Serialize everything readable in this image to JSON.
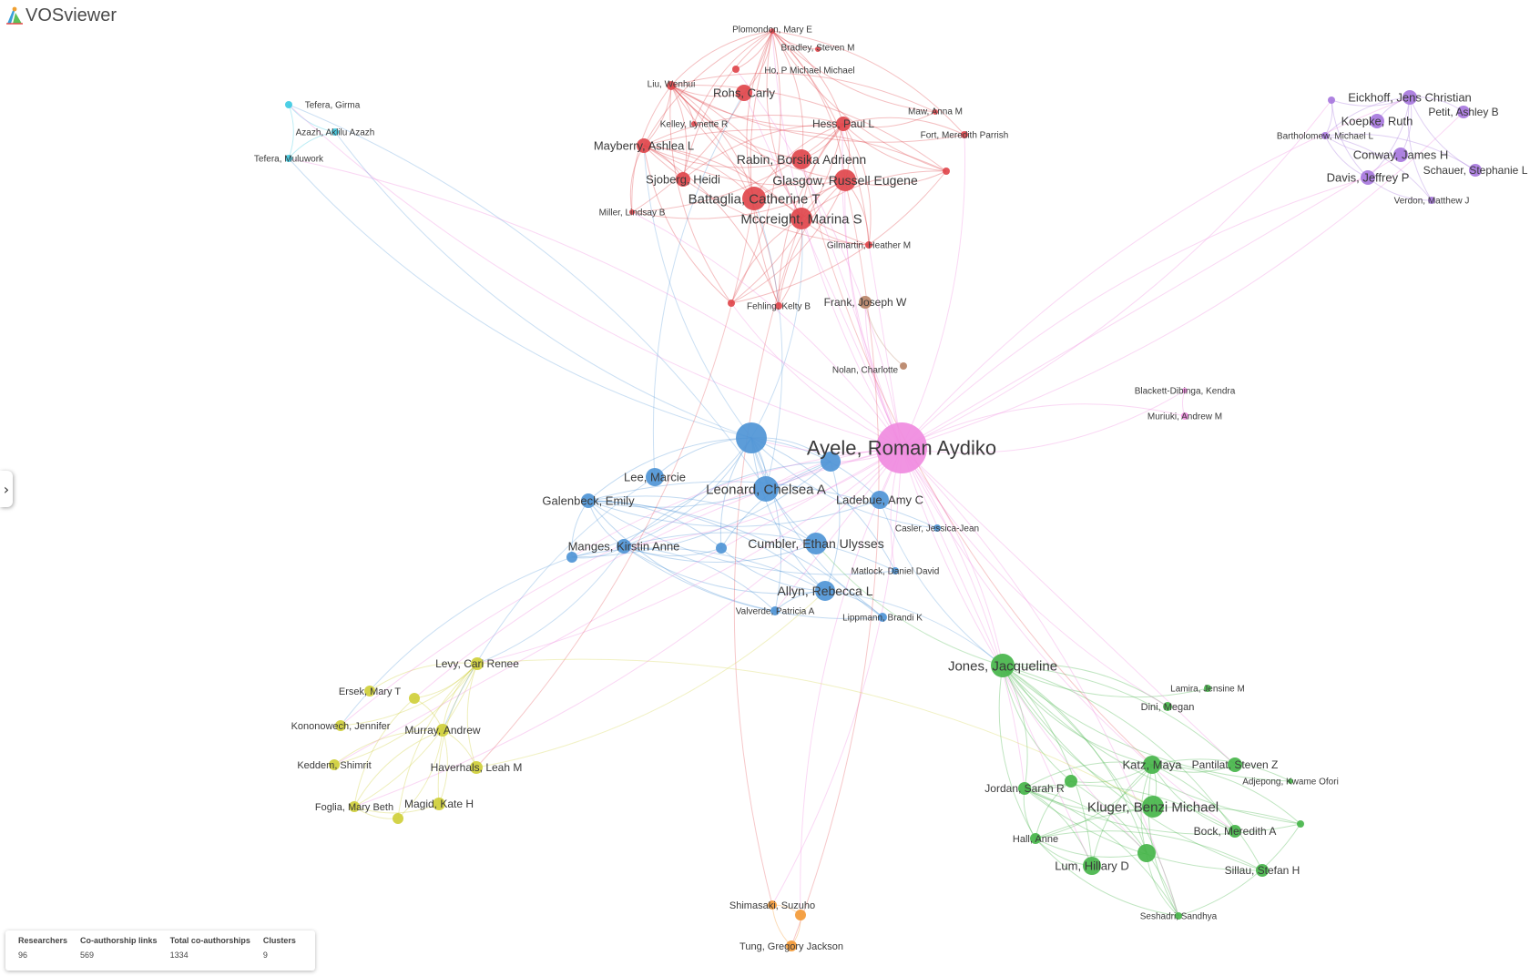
{
  "app": {
    "logo_text": "VOSviewer",
    "toggle_icon": "chevron-right-icon"
  },
  "stats": [
    {
      "label": "Researchers",
      "value": "96"
    },
    {
      "label": "Co-authorship links",
      "value": "569"
    },
    {
      "label": "Total co-authorships",
      "value": "1334"
    },
    {
      "label": "Clusters",
      "value": "9"
    }
  ],
  "colors": {
    "red": "#e0474c",
    "blue": "#4f95d6",
    "green": "#47b54a",
    "yellow": "#cfcf3a",
    "purple": "#a777dd",
    "cyan": "#3ecbe3",
    "orange": "#f39a37",
    "pink": "#f08be0",
    "brown": "#b98468"
  },
  "clusters": {
    "red": [
      {
        "name": "Plomondon, Mary E"
      },
      {
        "name": "Bradley, Steven M"
      },
      {
        "name": "Ho, P Michael Michael"
      },
      {
        "name": "Liu, Wenhui"
      },
      {
        "name": "Rohs, Carly"
      },
      {
        "name": "Kelley, Lynette R"
      },
      {
        "name": "Hess, Paul L"
      },
      {
        "name": "Maw, Anna M"
      },
      {
        "name": "Fort, Meredith Parrish"
      },
      {
        "name": "Mayberry, Ashlea L"
      },
      {
        "name": "Rabin, Borsika Adrienn"
      },
      {
        "name": "Sjoberg, Heidi"
      },
      {
        "name": "Glasgow, Russell Eugene"
      },
      {
        "name": "Battaglia, Catherine T"
      },
      {
        "name": "Miller, Lindsay B"
      },
      {
        "name": "Mccreight, Marina S"
      },
      {
        "name": "Gilmartin, Heather M"
      },
      {
        "name": "Fehling, Kelty B"
      },
      {
        "name": ""
      },
      {
        "name": ""
      }
    ],
    "brown": [
      {
        "name": "Frank, Joseph W"
      },
      {
        "name": "Nolan, Charlotte"
      }
    ],
    "cyan": [
      {
        "name": "Tefera, Girma"
      },
      {
        "name": "Azazh, Aklilu Azazh"
      },
      {
        "name": "Tefera, Muluwork"
      }
    ],
    "purple": [
      {
        "name": "Eickhoff, Jens Christian"
      },
      {
        "name": "Koepke, Ruth"
      },
      {
        "name": "Petit, Ashley B"
      },
      {
        "name": "Bartholomew, Michael L"
      },
      {
        "name": "Conway, James H"
      },
      {
        "name": "Schauer, Stephanie L"
      },
      {
        "name": "Davis, Jeffrey P"
      },
      {
        "name": "Verdon, Matthew J"
      },
      {
        "name": ""
      }
    ],
    "pink": [
      {
        "name": "Ayele, Roman Aydiko"
      },
      {
        "name": "Blackett-Dibinga, Kendra"
      },
      {
        "name": "Muriuki, Andrew M"
      }
    ],
    "blue": [
      {
        "name": ""
      },
      {
        "name": "Lee, Marcie"
      },
      {
        "name": "Leonard, Chelsea A"
      },
      {
        "name": "Galenbeck, Emily"
      },
      {
        "name": "Ladebue, Amy C"
      },
      {
        "name": "Casler, Jessica-Jean"
      },
      {
        "name": "Manges, Kirstin Anne"
      },
      {
        "name": "Cumbler, Ethan Ulysses"
      },
      {
        "name": "Matlock, Daniel David"
      },
      {
        "name": "Allyn, Rebecca L"
      },
      {
        "name": "Valverde, Patricia A"
      },
      {
        "name": "Lippmann, Brandi K"
      },
      {
        "name": ""
      },
      {
        "name": ""
      },
      {
        "name": ""
      }
    ],
    "green": [
      {
        "name": "Jones, Jacqueline"
      },
      {
        "name": "Lamira, Jensine M"
      },
      {
        "name": "Dini, Megan"
      },
      {
        "name": "Katz, Maya"
      },
      {
        "name": "Pantilat, Steven Z"
      },
      {
        "name": "Adjepong, Kwame Ofori"
      },
      {
        "name": "Jordan, Sarah R"
      },
      {
        "name": "Kluger, Benzi Michael"
      },
      {
        "name": "Bock, Meredith A"
      },
      {
        "name": "Hall, Anne"
      },
      {
        "name": "Lum, Hillary D"
      },
      {
        "name": "Sillau, Stefan H"
      },
      {
        "name": "Seshadri, Sandhya"
      },
      {
        "name": ""
      },
      {
        "name": ""
      },
      {
        "name": ""
      }
    ],
    "yellow": [
      {
        "name": "Levy, Cari Renee"
      },
      {
        "name": "Ersek, Mary T"
      },
      {
        "name": "Kononowech, Jennifer"
      },
      {
        "name": "Murray, Andrew"
      },
      {
        "name": "Keddem, Shimrit"
      },
      {
        "name": "Haverhals, Leah M"
      },
      {
        "name": "Foglia, Mary Beth"
      },
      {
        "name": "Magid, Kate H"
      },
      {
        "name": ""
      },
      {
        "name": ""
      }
    ],
    "orange": [
      {
        "name": "Shimasaki, Suzuho"
      },
      {
        "name": "Tung, Gregory Jackson"
      },
      {
        "name": ""
      }
    ]
  }
}
